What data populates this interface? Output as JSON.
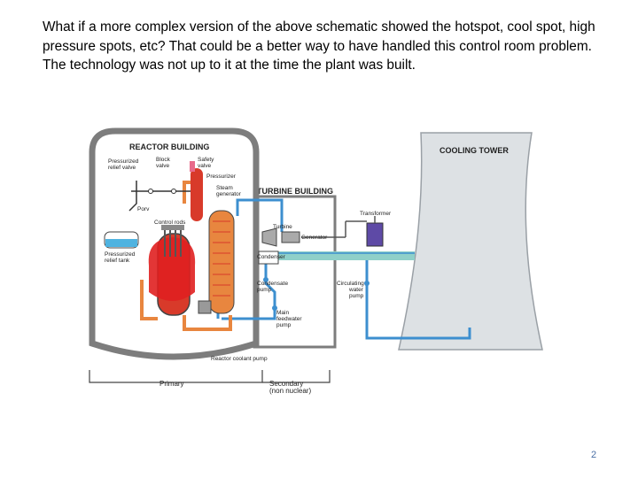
{
  "slide": {
    "body_text": "What if a more complex version of the above schematic showed the hotspot, cool spot, high pressure spots, etc?  That could be a better way to have handled this control room problem.  The technology was not up to it at the time the plant was built.",
    "page_number": "2"
  },
  "diagram": {
    "reactor_building": "REACTOR BUILDING",
    "turbine_building": "TURBINE BUILDING",
    "cooling_tower": "COOLING TOWER",
    "pressurized_relief_valve": [
      "Pressurized",
      "relief valve"
    ],
    "block_valve": [
      "Block",
      "valve"
    ],
    "safety_valve": [
      "Safety",
      "valve"
    ],
    "pressurizer": "Pressurizer",
    "porv": "Porv",
    "steam_generator": [
      "Steam",
      "generator"
    ],
    "control_rods": "Control rods",
    "pressurized_relief_tank": [
      "Pressurized",
      "relief tank"
    ],
    "turbine": "Turbine",
    "generator": "Generator",
    "transformer": "Transformer",
    "condenser": "Condenser",
    "condensate_pump": [
      "Condensate",
      "pump"
    ],
    "circulating_water_pump": [
      "Circulating",
      "water",
      "pump"
    ],
    "main_feedwater_pump": [
      "Main",
      "feedwater",
      "pump"
    ],
    "reactor_coolant_pump": "Reactor coolant pump",
    "primary": "Primary",
    "secondary": [
      "Secondary",
      "(non nuclear)"
    ]
  },
  "colors": {
    "primary_loop": "#d83a2a",
    "primary_loop_outer": "#e8863f",
    "secondary_loop": "#3d8fcf",
    "cooling_water": "#8fd0c9",
    "building_wall": "#7d7d7d",
    "tower_fill": "#dde1e4",
    "transformer": "#5e4aa6"
  }
}
